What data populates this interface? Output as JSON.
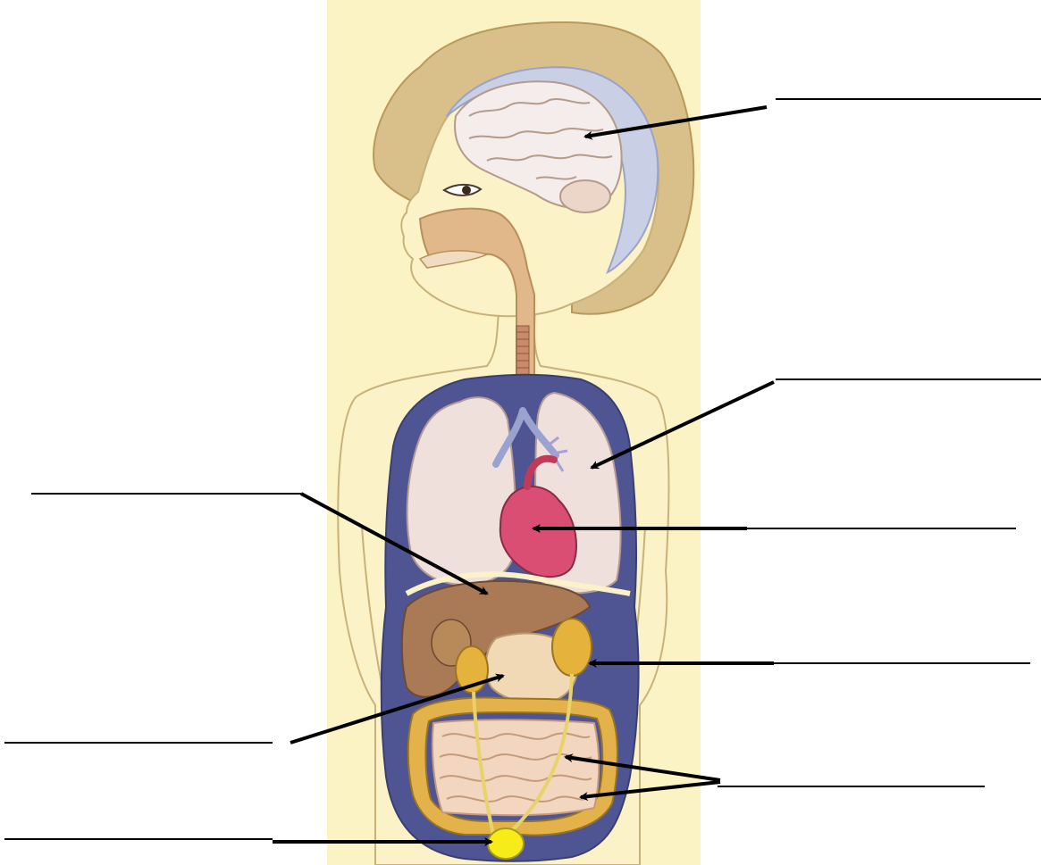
{
  "title": "",
  "labels": [
    {
      "id": "brain",
      "text": ""
    },
    {
      "id": "lungs",
      "text": ""
    },
    {
      "id": "heart",
      "text": ""
    },
    {
      "id": "liver",
      "text": ""
    },
    {
      "id": "kidneys",
      "text": ""
    },
    {
      "id": "stomach",
      "text": ""
    },
    {
      "id": "intestines",
      "text": ""
    },
    {
      "id": "bladder",
      "text": ""
    }
  ],
  "colors": {
    "background_panel": "#fcf3c4",
    "skin": "#fbf2c8",
    "skin_outline": "#c9b27a",
    "hair": "#d9c08a",
    "hair_dark": "#b8995a",
    "skull": "#c9d0e6",
    "brain": "#f5ecec",
    "brain_outline": "#b49b8a",
    "airway": "#e0b88a",
    "trachea": "#c88a6a",
    "cavity": "#4f5592",
    "lungs": "#efe0dc",
    "heart": "#d94e72",
    "liver": "#a97a55",
    "kidney": "#e5b23c",
    "stomach": "#f1d9b5",
    "intestine": "#f2d6c0",
    "colon": "#e3b24a",
    "bladder": "#f6ec1a",
    "line": "#000000"
  }
}
